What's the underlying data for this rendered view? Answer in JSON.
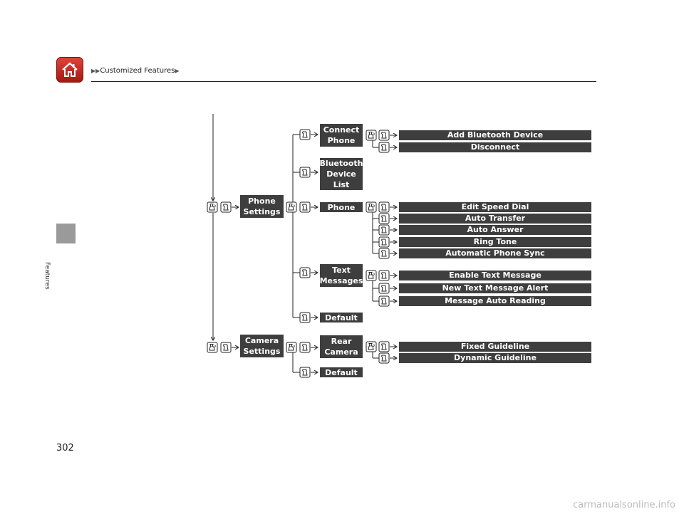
{
  "header": {
    "breadcrumb_prefix": "▶▶",
    "breadcrumb": "Customized Features",
    "breadcrumb_suffix": "▶"
  },
  "sidebar": {
    "section": "Features"
  },
  "page_number": "302",
  "watermark": "carmanualsonline.info",
  "menu": {
    "phone_settings": "Phone Settings",
    "camera_settings": "Camera Settings",
    "connect_phone": "Connect Phone",
    "bluetooth_device_list": "Bluetooth Device List",
    "phone": "Phone",
    "text_messages": "Text Messages",
    "default_1": "Default",
    "rear_camera": "Rear Camera",
    "default_2": "Default",
    "add_bluetooth_device": "Add Bluetooth Device",
    "disconnect": "Disconnect",
    "edit_speed_dial": "Edit Speed Dial",
    "auto_transfer": "Auto Transfer",
    "auto_answer": "Auto Answer",
    "ring_tone": "Ring Tone",
    "automatic_phone_sync": "Automatic Phone Sync",
    "enable_text_message": "Enable Text Message",
    "new_text_message_alert": "New Text Message Alert",
    "message_auto_reading": "Message Auto Reading",
    "fixed_guideline": "Fixed Guideline",
    "dynamic_guideline": "Dynamic Guideline"
  },
  "icons": {
    "voice": "talk-icon",
    "say": "say-icon",
    "home": "home-icon"
  },
  "colors": {
    "accent": "#c62a20",
    "box": "#3e3e3e",
    "tab": "#9a9a9a"
  }
}
